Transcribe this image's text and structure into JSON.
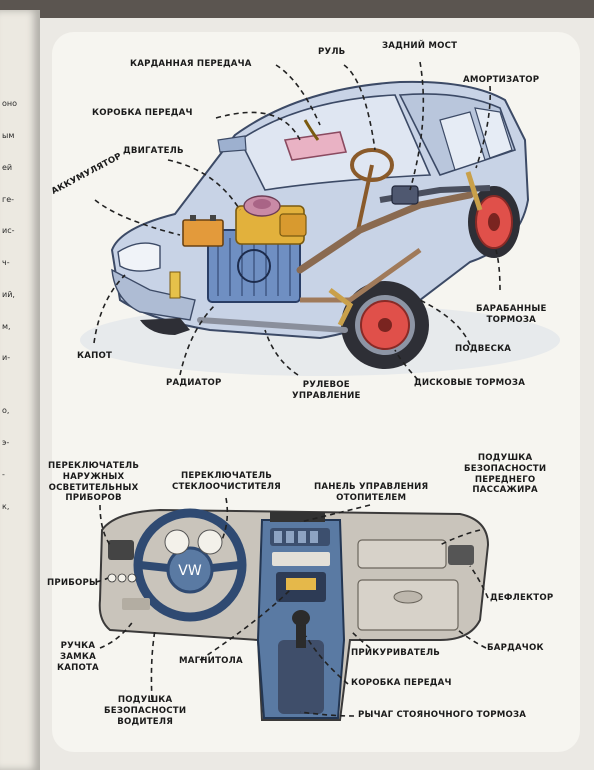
{
  "left_page": {
    "text_fragments": [
      "оно",
      "ым",
      "ей",
      "ге-",
      "ис-",
      "ч-",
      "ий,",
      "м,",
      "и-",
      "",
      "о,",
      "э-",
      "-",
      "к,"
    ]
  },
  "car_diagram": {
    "labels": {
      "driveshaft": "КАРДАННАЯ ПЕРЕДАЧА",
      "steering_wheel": "РУЛЬ",
      "rear_axle": "ЗАДНИЙ МОСТ",
      "shock_absorber": "АМОРТИЗАТОР",
      "gearbox": "КОРОБКА ПЕРЕДАЧ",
      "engine": "ДВИГАТЕЛЬ",
      "battery": "АККУМУЛЯТОР",
      "drum_brakes": [
        "БАРАБАННЫЕ",
        "ТОРМОЗА"
      ],
      "suspension": "ПОДВЕСКА",
      "disc_brakes": "ДИСКОВЫЕ ТОРМОЗА",
      "hood": "КАПОТ",
      "radiator": "РАДИАТОР",
      "steering": [
        "РУЛЕВОЕ",
        "УПРАВЛЕНИЕ"
      ]
    }
  },
  "dashboard_diagram": {
    "labels": {
      "light_switch": [
        "ПЕРЕКЛЮЧАТЕЛЬ",
        "НАРУЖНЫХ",
        "ОСВЕТИТЕЛЬНЫХ",
        "ПРИБОРОВ"
      ],
      "wiper_switch": [
        "ПЕРЕКЛЮЧАТЕЛЬ",
        "СТЕКЛООЧИСТИТЕЛЯ"
      ],
      "heater_panel": [
        "ПАНЕЛЬ УПРАВЛЕНИЯ",
        "ОТОПИТЕЛЕМ"
      ],
      "passenger_airbag": [
        "ПОДУШКА",
        "БЕЗОПАСНОСТИ",
        "ПЕРЕДНЕГО",
        "ПАССАЖИРА"
      ],
      "instruments": "ПРИБОРЫ",
      "deflector": "ДЕФЛЕКТОР",
      "hood_release": [
        "РУЧКА",
        "ЗАМКА",
        "КАПОТА"
      ],
      "radio": "МАГНИТОЛА",
      "lighter": "ПРИКУРИВАТЕЛЬ",
      "glovebox": "БАРДАЧОК",
      "gearbox": "КОРОБКА ПЕРЕДАЧ",
      "driver_airbag": [
        "ПОДУШКА",
        "БЕЗОПАСНОСТИ",
        "ВОДИТЕЛЯ"
      ],
      "parking_brake": "РЫЧАГ СТОЯНОЧНОГО ТОРМОЗА"
    }
  },
  "colors": {
    "car_body": "#c8d3e6",
    "car_outline": "#3c4a66",
    "dashboard_body": "#c9c4bb",
    "dashboard_accent": "#5a7aa3",
    "engine_yellow": "#e2b13c",
    "radiator_blue": "#6f8fc2",
    "brake_red": "#e0504a",
    "gearbox_pink": "#e9b2c4",
    "leader_line": "#222222"
  }
}
